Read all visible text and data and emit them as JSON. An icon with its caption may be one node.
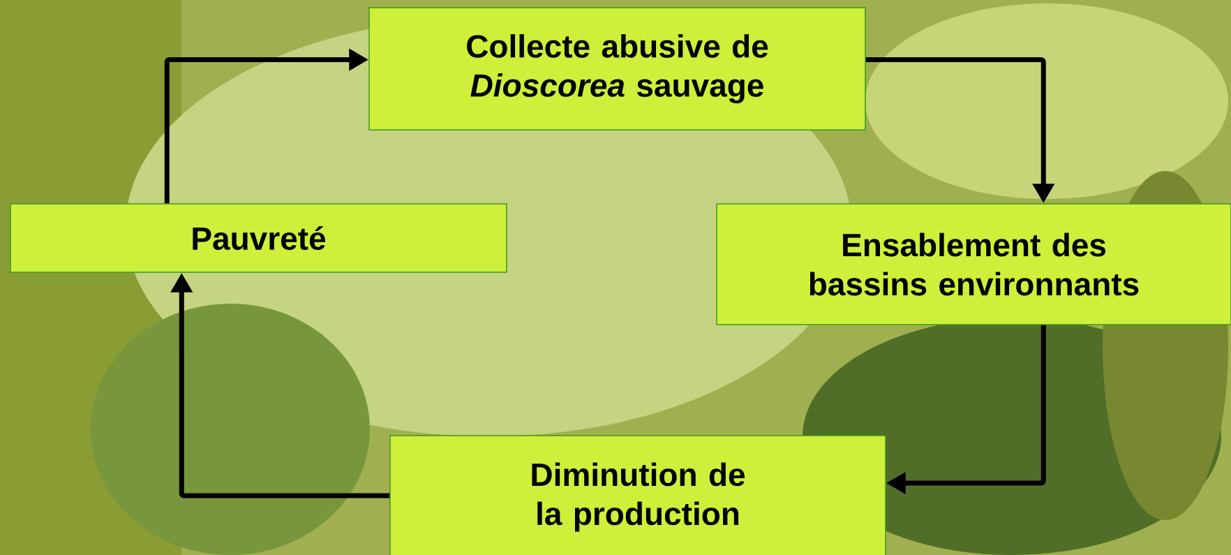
{
  "diagram": {
    "nodes": [
      {
        "text": [
          "Collecte abusive de *Dioscorea* sauvage"
        ]
      },
      {
        "text": [
          "Ensablement des bassins environnants"
        ]
      },
      {
        "text": [
          "Diminution de la production"
        ]
      },
      {
        "text": [
          "Pauvreté"
        ]
      }
    ],
    "edges": [
      {
        "from": 3,
        "to": 0,
        "arrow": "to"
      },
      {
        "from": 0,
        "to": 1,
        "arrow": "to"
      },
      {
        "from": 1,
        "to": 2,
        "arrow": "to"
      },
      {
        "from": 2,
        "to": 3,
        "arrow": "to"
      }
    ]
  }
}
